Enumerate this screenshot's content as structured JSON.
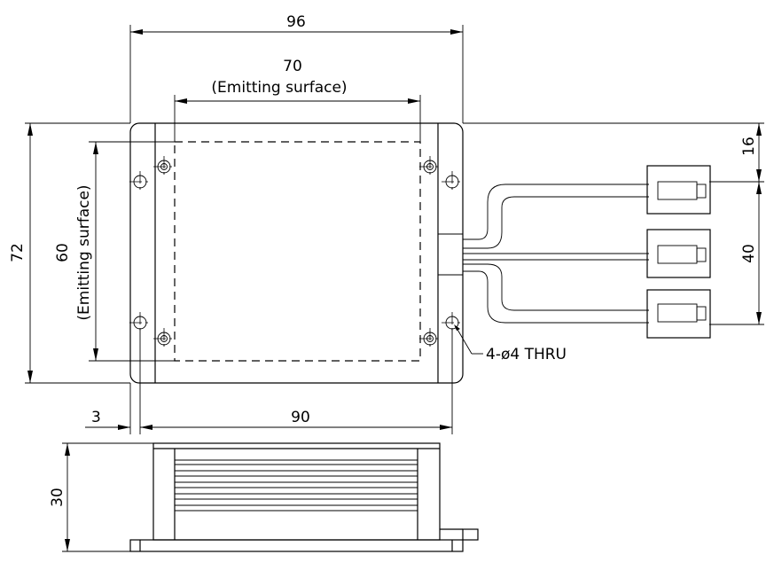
{
  "dimensions": {
    "overall_width": "96",
    "emitting_width": "70",
    "emitting_width_note": "(Emitting surface)",
    "overall_height": "72",
    "emitting_height": "60",
    "emitting_height_note": "(Emitting surface)",
    "connector_offset": "16",
    "connector_pitch": "40",
    "edge_offset": "3",
    "hole_spacing": "90",
    "thickness": "30"
  },
  "callouts": {
    "holes": "4-ø4 THRU"
  }
}
